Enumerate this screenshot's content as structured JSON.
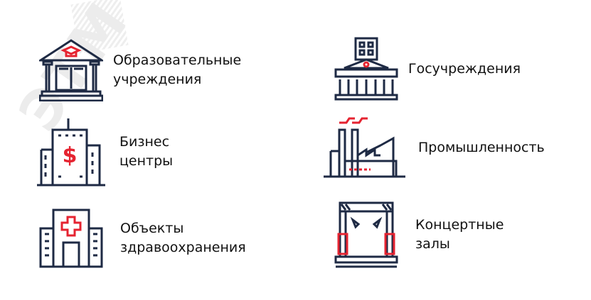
{
  "watermark": "ЭТМ",
  "colors": {
    "navy": "#1e2a44",
    "red": "#e52330"
  },
  "items": [
    {
      "icon": "university-icon",
      "line1": "Образовательные",
      "line2": "учреждения"
    },
    {
      "icon": "government-building-icon",
      "line1": "Госучреждения",
      "line2": ""
    },
    {
      "icon": "business-center-icon",
      "line1": "Бизнес",
      "line2": "центры"
    },
    {
      "icon": "factory-icon",
      "line1": "Промышленность",
      "line2": ""
    },
    {
      "icon": "hospital-icon",
      "line1": "Объекты",
      "line2": "здравоохранения"
    },
    {
      "icon": "concert-stage-icon",
      "line1": "Концертные",
      "line2": "залы"
    }
  ]
}
